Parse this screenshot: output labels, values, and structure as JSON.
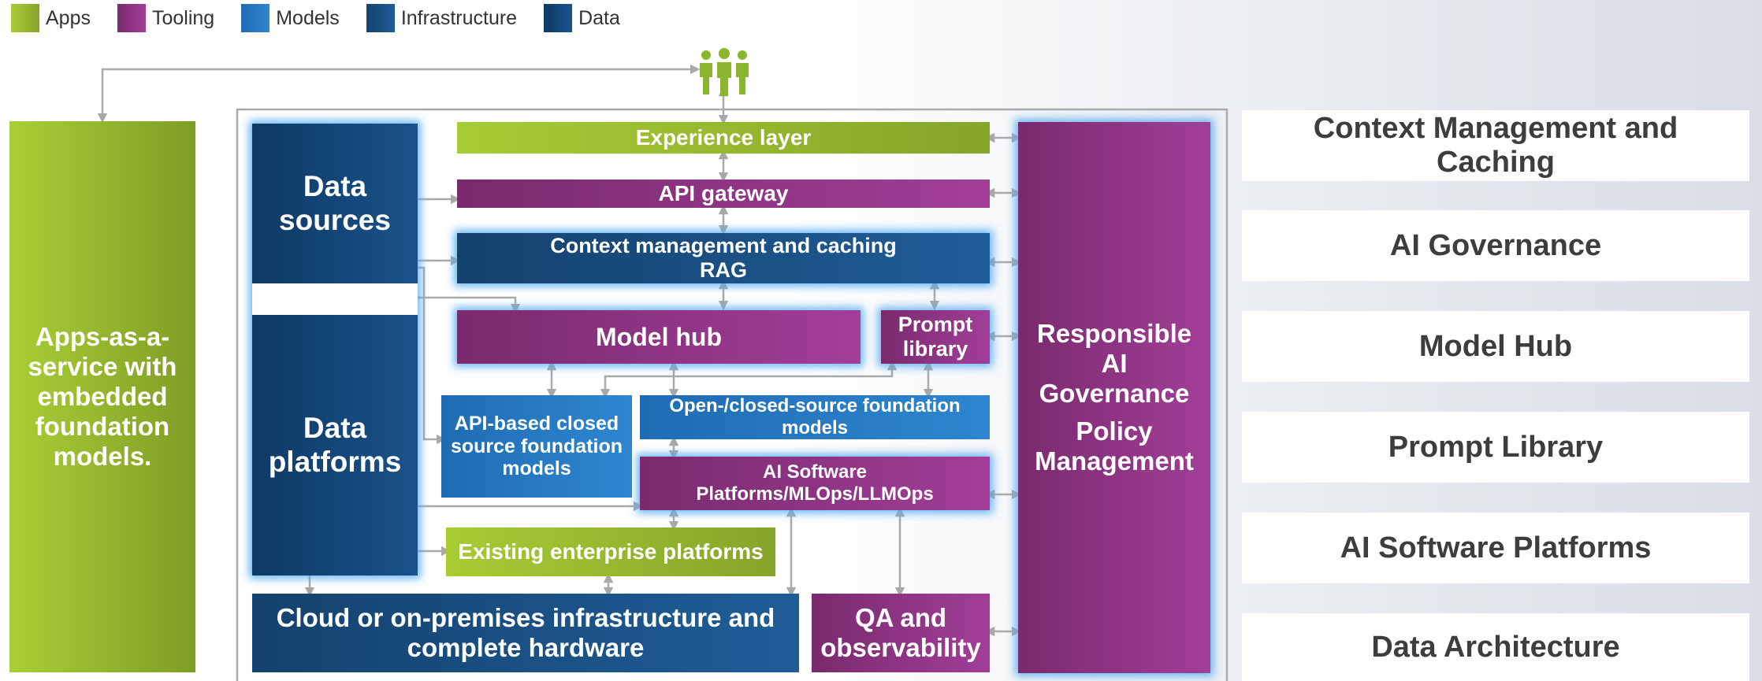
{
  "legend": [
    {
      "label": "Apps",
      "color": "#9cc234"
    },
    {
      "label": "Tooling",
      "color": "#9a3a90"
    },
    {
      "label": "Models",
      "color": "#2a78c2"
    },
    {
      "label": "Infrastructure",
      "color": "#17497a"
    },
    {
      "label": "Data",
      "color": "#0f3a6a"
    }
  ],
  "users_icon": "users-group-icon",
  "apps_panel": "Apps-as-a-service with embedded foundation models.",
  "data_sources": "Data sources",
  "data_platforms": "Data platforms",
  "experience_layer": "Experience layer",
  "api_gateway": "API gateway",
  "context_mgmt": {
    "line1": "Context management and caching",
    "line2": "RAG"
  },
  "model_hub": "Model hub",
  "prompt_library": "Prompt library",
  "api_based": "API-based closed source foundation models",
  "open_closed": "Open-/closed-source foundation models",
  "ai_software": {
    "line1": "AI Software",
    "line2": "Platforms/MLOps/LLMOps"
  },
  "existing_enterprise": "Existing enterprise platforms",
  "cloud_infra": "Cloud or on-premises infrastructure and complete hardware",
  "qa": "QA and observability",
  "governance": {
    "line1": "Responsible AI Governance",
    "line2": "Policy Management"
  },
  "right_items": [
    "Context Management and Caching",
    "AI Governance",
    "Model Hub",
    "Prompt Library",
    "AI Software Platforms",
    "Data Architecture"
  ]
}
